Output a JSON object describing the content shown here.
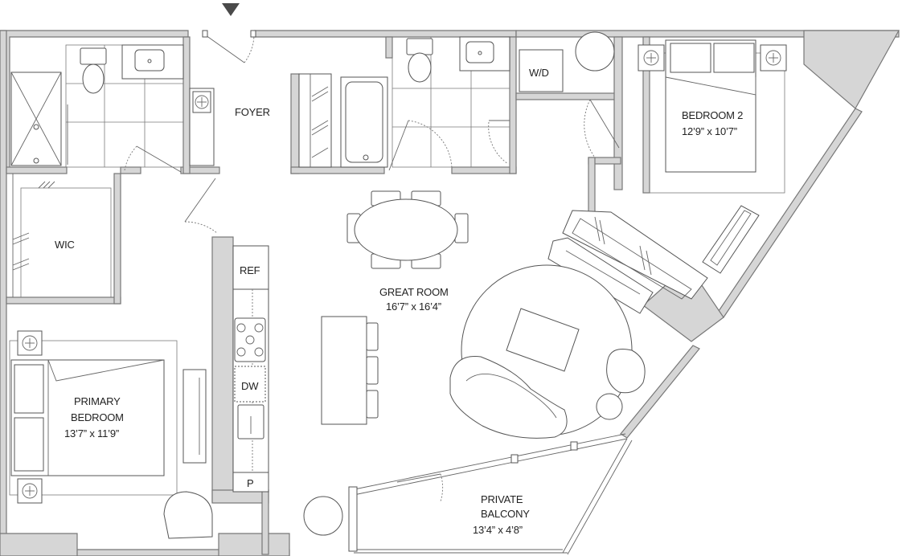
{
  "entry_marker_icon": "triangle-down-icon",
  "rooms": {
    "foyer": {
      "name": "FOYER"
    },
    "wic": {
      "name": "WIC"
    },
    "primary_bedroom": {
      "name_line1": "PRIMARY",
      "name_line2": "BEDROOM",
      "dimensions": "13’7” x 11’9”"
    },
    "bedroom2": {
      "name": "BEDROOM 2",
      "dimensions": "12’9” x 10’7”"
    },
    "great_room": {
      "name": "GREAT ROOM",
      "dimensions": "16’7” x 16’4”"
    },
    "balcony": {
      "name_line1": "PRIVATE",
      "name_line2": "BALCONY",
      "dimensions": "13’4” x 4’8”"
    }
  },
  "fixtures": {
    "washer_dryer": "W/D",
    "refrigerator": "REF",
    "dishwasher": "DW",
    "pantry": "P"
  },
  "colors": {
    "wall": "#d6d6d6",
    "line": "#666666",
    "marker": "#4a4a4a"
  }
}
